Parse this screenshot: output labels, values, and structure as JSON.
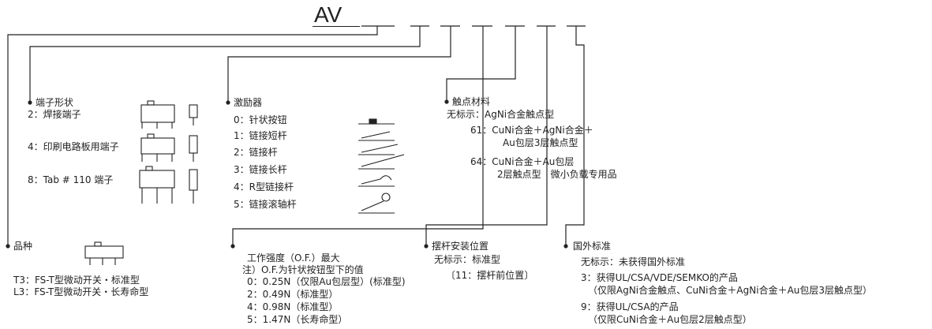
{
  "title": "AV",
  "terminal": {
    "heading": "端子形状",
    "items": [
      "2：焊接端子",
      "4：印刷电路板用端子",
      "8：Tab # 110 端子"
    ]
  },
  "actuator": {
    "heading": "激励器",
    "items": [
      "0：针状按钮",
      "1：链接短杆",
      "2：链接杆",
      "3：链接长杆",
      "4：R型链接杆",
      "5：链接滚轴杆"
    ]
  },
  "contact": {
    "heading": "触点材料",
    "line1": "无标示：AgNi合金触点型",
    "line2": "61：CuNi合金＋AgNi合金＋",
    "line3": "Au包层3层触点型",
    "line4": "64：CuNi合金＋Au包层",
    "line5": "2层触点型　微小负载专用品"
  },
  "variety": {
    "heading": "品种",
    "items": [
      "T3：FS-T型微动开关・标准型",
      "L3：FS-T型微动开关・长寿命型"
    ]
  },
  "force": {
    "heading": "工作强度（O.F.）最大",
    "note": "注）O.F.为针状按钮型下的值",
    "items": [
      "0：0.25N（仅限Au包层型）(标准型)",
      "2：0.49N（标准型）",
      "4：0.98N（标准型）",
      "5：1.47N（长寿命型）"
    ]
  },
  "lever": {
    "heading": "摆杆安装位置",
    "line1": "无标示：标准型",
    "line2": "〔11：摆杆前位置〕"
  },
  "standard": {
    "heading": "国外标准",
    "line1": "无标示：未获得国外标准",
    "line2": "3：获得UL/CSA/VDE/SEMKO的产品",
    "line3": "（仅限AgNi合金触点、CuNi合金＋AgNi合金＋Au包层3层触点型）",
    "line4": "9：获得UL/CSA的产品",
    "line5": "（仅限CuNi合金＋Au包层2层触点型）"
  }
}
